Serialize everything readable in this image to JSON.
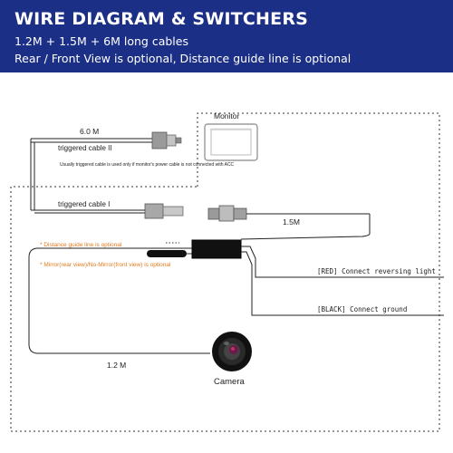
{
  "header": {
    "title": "WIRE DIAGRAM & SWITCHERS",
    "line1": "1.2M + 1.5M + 6M long cables",
    "line2": "Rear / Front View is optional, Distance guide line is optional"
  },
  "diagram": {
    "monitor_label": "Monitor",
    "cable_6m": "6.0 M",
    "triggered_cable_2": "triggered cable II",
    "usage_note": "Usually triggered cable is used only if monitor's power cable is not connected with ACC",
    "triggered_cable_1": "triggered cable I",
    "cable_1_5m": "1.5M",
    "distance_note": "* Distance guide line is optional",
    "mirror_note": "* Mirror(rear view)/No-Mirror(front view) is optional",
    "red_wire": "[RED] Connect reversing light",
    "black_wire": "[BLACK] Connect ground",
    "cable_1_2m": "1.2 M",
    "camera_label": "Camera"
  },
  "colors": {
    "header_bg": "#1b2f86",
    "note_orange": "#e07a1e",
    "wire": "#222222"
  }
}
